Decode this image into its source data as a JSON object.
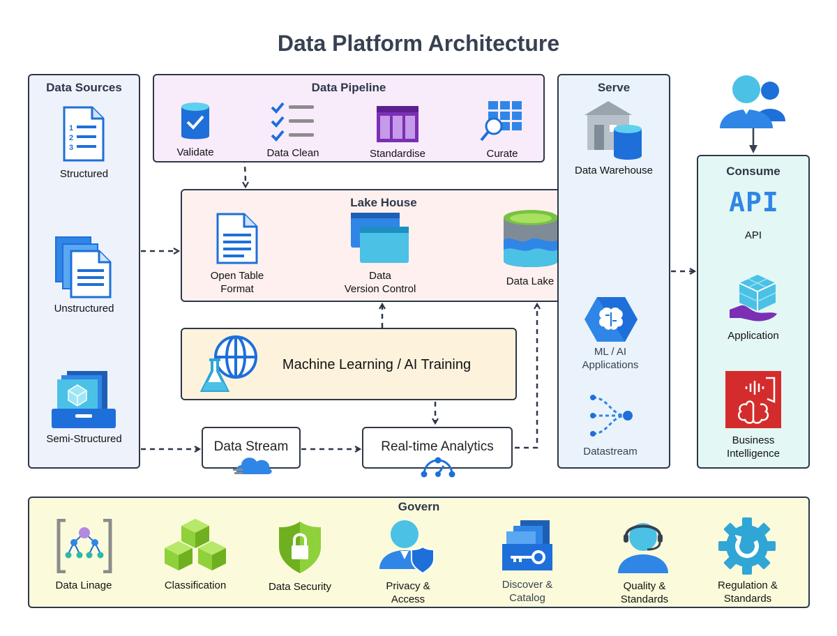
{
  "title": "Data Platform Architecture",
  "sources": {
    "title": "Data Sources",
    "items": [
      "Structured",
      "Unstructured",
      "Semi-Structured"
    ]
  },
  "pipeline": {
    "title": "Data Pipeline",
    "steps": [
      "Validate",
      "Data Clean",
      "Standardise",
      "Curate"
    ]
  },
  "lakehouse": {
    "title": "Lake House",
    "items": [
      {
        "line1": "Open Table",
        "line2": "Format"
      },
      {
        "line1": "Data",
        "line2": "Version Control"
      },
      {
        "line1": "Data Lake",
        "line2": ""
      }
    ]
  },
  "ml": {
    "label": "Machine Learning / AI Training"
  },
  "stream": {
    "label": "Data Stream"
  },
  "realtime": {
    "label": "Real-time Analytics"
  },
  "serve": {
    "title": "Serve",
    "items": [
      {
        "line1": "Data Warehouse",
        "line2": ""
      },
      {
        "line1": "ML / AI",
        "line2": "Applications"
      },
      {
        "line1": "Datastream",
        "line2": ""
      }
    ]
  },
  "consume": {
    "title": "Consume",
    "items": [
      {
        "line1": "API",
        "line2": ""
      },
      {
        "line1": "Application",
        "line2": ""
      },
      {
        "line1": "Business",
        "line2": "Intelligence"
      }
    ],
    "api_glyph": "API"
  },
  "govern": {
    "title": "Govern",
    "items": [
      {
        "line1": "Data Linage",
        "line2": ""
      },
      {
        "line1": "Classification",
        "line2": ""
      },
      {
        "line1": "Data Security",
        "line2": ""
      },
      {
        "line1": "Privacy &",
        "line2": "Access"
      },
      {
        "line1": "Discover &",
        "line2": "Catalog"
      },
      {
        "line1": "Quality &",
        "line2": "Standards"
      },
      {
        "line1": "Regulation &",
        "line2": "Standards"
      }
    ]
  },
  "colors": {
    "border": "#2d3748",
    "sources_bg": "#eef2fb",
    "pipeline_bg": "#f8ecfb",
    "lakehouse_bg": "#fdf0ef",
    "ml_bg": "#fdf3dd",
    "serve_bg": "#eaf3fb",
    "consume_bg": "#e3f7f4",
    "govern_bg": "#fbfbdc"
  }
}
